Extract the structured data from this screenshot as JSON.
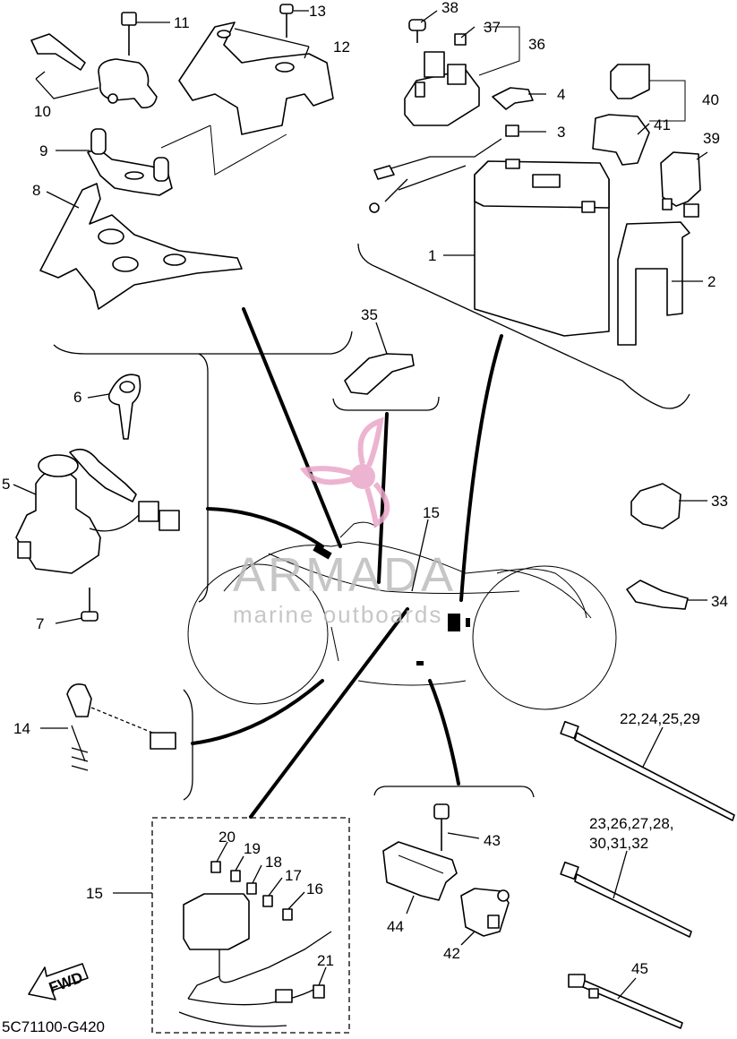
{
  "diagram": {
    "drawing_code": "5C71100-G420",
    "fwd_label": "FWD",
    "watermark": {
      "brand": "ARMADA",
      "tagline": "marine outboards",
      "logo_color": "#e9a7c9"
    },
    "callouts": [
      {
        "id": "c1",
        "text": "1"
      },
      {
        "id": "c2",
        "text": "2"
      },
      {
        "id": "c3",
        "text": "3"
      },
      {
        "id": "c4",
        "text": "4"
      },
      {
        "id": "c5",
        "text": "5"
      },
      {
        "id": "c6",
        "text": "6"
      },
      {
        "id": "c7",
        "text": "7"
      },
      {
        "id": "c8",
        "text": "8"
      },
      {
        "id": "c9",
        "text": "9"
      },
      {
        "id": "c10",
        "text": "10"
      },
      {
        "id": "c11",
        "text": "11"
      },
      {
        "id": "c12",
        "text": "12"
      },
      {
        "id": "c13",
        "text": "13"
      },
      {
        "id": "c14",
        "text": "14"
      },
      {
        "id": "c15a",
        "text": "15"
      },
      {
        "id": "c15b",
        "text": "15"
      },
      {
        "id": "c16",
        "text": "16"
      },
      {
        "id": "c17",
        "text": "17"
      },
      {
        "id": "c18",
        "text": "18"
      },
      {
        "id": "c19",
        "text": "19"
      },
      {
        "id": "c20",
        "text": "20"
      },
      {
        "id": "c21",
        "text": "21"
      },
      {
        "id": "c22",
        "text": "22,24,25,29"
      },
      {
        "id": "c23a",
        "text": "23,26,27,28,"
      },
      {
        "id": "c23b",
        "text": "30,31,32"
      },
      {
        "id": "c33",
        "text": "33"
      },
      {
        "id": "c34",
        "text": "34"
      },
      {
        "id": "c35",
        "text": "35"
      },
      {
        "id": "c36",
        "text": "36"
      },
      {
        "id": "c37",
        "text": "37"
      },
      {
        "id": "c38",
        "text": "38"
      },
      {
        "id": "c39",
        "text": "39"
      },
      {
        "id": "c40",
        "text": "40"
      },
      {
        "id": "c41",
        "text": "41"
      },
      {
        "id": "c42",
        "text": "42"
      },
      {
        "id": "c43",
        "text": "43"
      },
      {
        "id": "c44",
        "text": "44"
      },
      {
        "id": "c45",
        "text": "45"
      }
    ]
  }
}
